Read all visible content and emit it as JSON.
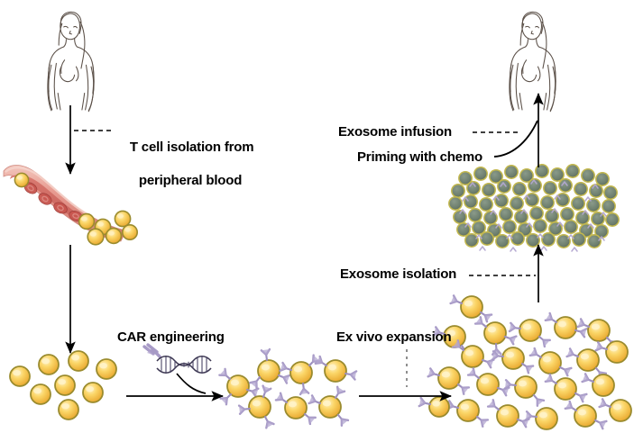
{
  "diagram": {
    "title": "CAR-T cell derived exosome therapy workflow",
    "background_color": "#ffffff"
  },
  "labels": {
    "t_cell_isolation_line1": "T cell isolation from",
    "t_cell_isolation_line2": "peripheral blood",
    "car_engineering": "CAR engineering",
    "ex_vivo_expansion": "Ex vivo expansion",
    "exosome_isolation": "Exosome isolation",
    "exosome_infusion": "Exosome infusion",
    "priming_with_chemo": "Priming with chemo"
  },
  "figures": {
    "patient_donor": "female-torso-figure",
    "patient_recipient": "female-torso-figure",
    "blood_vessel": "blood-vessel-with-rbc-and-t-cells",
    "t_cells": "t-cell-cluster",
    "dna_construct": "dna-double-helix-with-car-receptor",
    "car_t_cells": "car-t-cell-cluster",
    "expanded_car_t_cells": "expanded-car-t-cell-population",
    "exosomes": "car-exosome-mass"
  },
  "icons": {
    "arrow_down_isolation": "arrow-down-icon",
    "arrow_down_to_tcells": "arrow-down-icon",
    "arrow_right_engineering": "arrow-right-icon",
    "arrow_right_expansion": "arrow-right-icon",
    "arrow_up_exosome_isolation": "arrow-up-icon",
    "arrow_up_infusion": "arrow-up-icon",
    "curve_car_engineering": "curved-connector-icon",
    "curve_priming": "curved-connector-icon",
    "dashes_t_cell_isolation": "dashed-leader-icon",
    "dashes_exosome_isolation": "dashed-leader-icon",
    "dashes_exosome_infusion": "dashed-leader-icon",
    "dotted_divider_expansion": "dotted-divider-icon"
  },
  "colors": {
    "cell_fill": "#f7c44a",
    "cell_highlight": "#ffe9a8",
    "cell_rim": "#9a8b2e",
    "receptor": "#a79ac6",
    "exosome_fill": "#6e7f6e",
    "exosome_rim": "#c3b84e",
    "vessel_outer": "#e8a79c",
    "vessel_inner": "#d2726a",
    "rbc": "#c8564f",
    "body_outline": "#5b5048",
    "arrow": "#000000",
    "text": "#000000",
    "dotted_divider": "#8e8e8e"
  },
  "chart_data": {
    "type": "diagram",
    "title": "CAR-T exosome production workflow",
    "steps": [
      {
        "order": 1,
        "label": "T cell isolation from peripheral blood",
        "from": "patient-donor",
        "to": "blood-vessel"
      },
      {
        "order": 2,
        "label": "CAR engineering",
        "from": "t-cells",
        "to": "car-t-cells"
      },
      {
        "order": 3,
        "label": "Ex vivo expansion",
        "from": "car-t-cells",
        "to": "expanded-car-t-cells"
      },
      {
        "order": 4,
        "label": "Exosome isolation",
        "from": "expanded-car-t-cells",
        "to": "exosomes"
      },
      {
        "order": 5,
        "label": "Priming with chemo",
        "from": "exosomes",
        "to": "patient-recipient"
      },
      {
        "order": 6,
        "label": "Exosome infusion",
        "from": "exosomes",
        "to": "patient-recipient"
      }
    ]
  }
}
